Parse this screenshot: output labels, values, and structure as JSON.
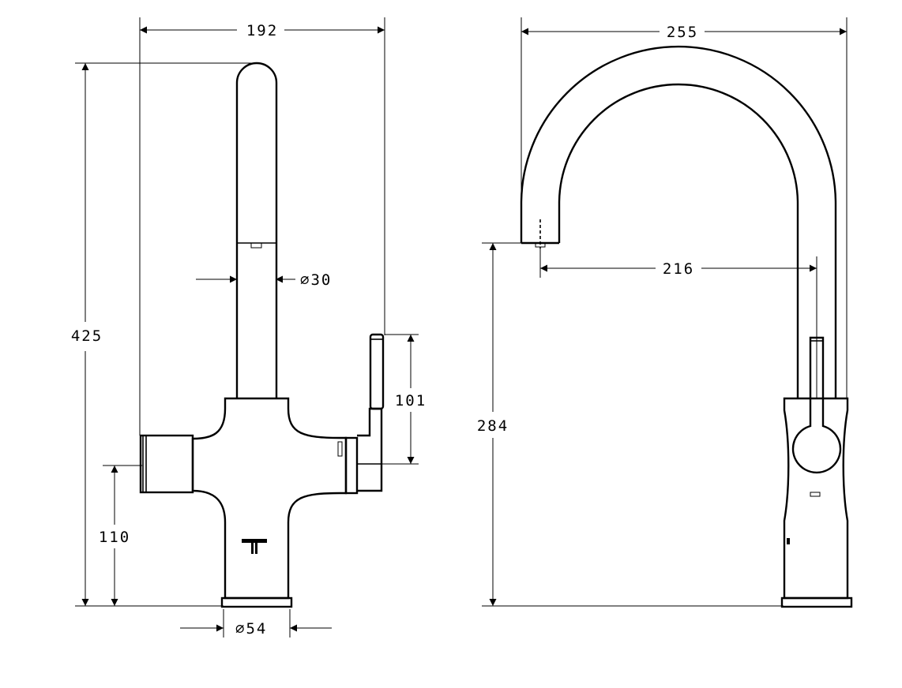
{
  "dimensions": {
    "front_width": "192",
    "front_height": "425",
    "spout_diameter": "∅30",
    "handle_height": "101",
    "outlet_height": "110",
    "base_diameter": "∅54",
    "side_width": "255",
    "side_reach": "216",
    "side_height": "284"
  },
  "colors": {
    "ink": "#000000",
    "paper": "#ffffff"
  }
}
